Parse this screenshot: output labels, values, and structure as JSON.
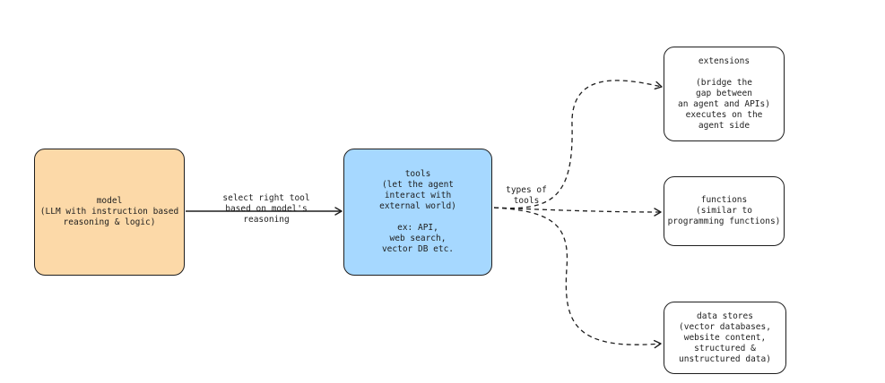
{
  "diagram": {
    "nodes": {
      "model": {
        "text": "model\n(LLM with instruction based\nreasoning & logic)",
        "fill": "#fcd9a8"
      },
      "tools": {
        "text": "tools\n(let the agent\ninteract with\nexternal world)\n\nex: API,\nweb search,\nvector DB etc.",
        "fill": "#a6d8ff"
      },
      "extensions": {
        "text": "extensions\n\n(bridge the\ngap between\nan agent and APIs)\nexecutes on the\nagent side",
        "fill": "#ffffff"
      },
      "functions": {
        "text": "functions\n(similar to\nprogramming functions)",
        "fill": "#ffffff"
      },
      "data_stores": {
        "text": "data stores\n(vector databases,\nwebsite content,\nstructured &\nunstructured data)",
        "fill": "#ffffff"
      }
    },
    "edges": [
      {
        "from": "model",
        "to": "tools",
        "style": "solid",
        "label": "select right tool\nbased on model's\nreasoning"
      },
      {
        "from": "tools",
        "to": "extensions",
        "style": "dashed",
        "label": "types of\ntools"
      },
      {
        "from": "tools",
        "to": "functions",
        "style": "dashed"
      },
      {
        "from": "tools",
        "to": "data_stores",
        "style": "dashed"
      }
    ],
    "stroke_color": "#1e1e1e"
  }
}
